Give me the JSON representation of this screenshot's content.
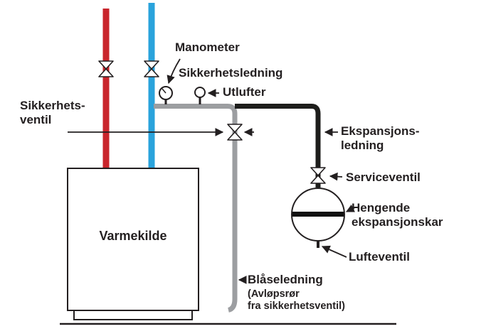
{
  "labels": {
    "manometer": "Manometer",
    "sikkerhetsledning": "Sikkerhetsledning",
    "utlufter": "Utlufter",
    "sikkerhetsventil": "Sikkerhets-\nventil",
    "ekspansjonsledning": "Ekspansjons-\nledning",
    "serviceventil": "Serviceventil",
    "hengende_ekspansjonskar": "Hengende\nekspansjonskar",
    "lufteventil": "Lufteventil",
    "blaseledning": "Blåseledning",
    "blaseledning_note": "(Avløpsrør\nfra sikkerhetsventil)",
    "varmekilde": "Varmekilde"
  },
  "colors": {
    "hot_supply_pipe": "#c9252c",
    "cold_return_pipe": "#2aa3dc",
    "safety_blow_pipe": "#9c9ea1",
    "expansion_pipe": "#1d1d1b",
    "outline": "#231f20",
    "text": "#231f20",
    "background": "#ffffff"
  }
}
